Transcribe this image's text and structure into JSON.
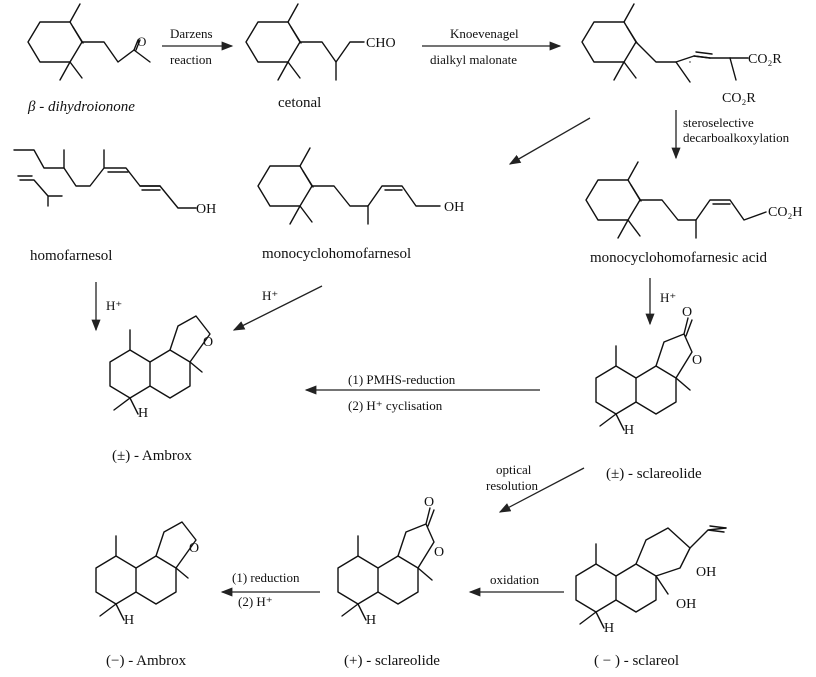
{
  "molecules": {
    "dihydroionone": {
      "label": "β - dihydroionone",
      "carbonyl": "O"
    },
    "cetonal": {
      "label": "cetonal",
      "group": "CHO"
    },
    "malonate_adduct": {
      "ester_top": "CO₂R",
      "ester_bottom": "CO₂R"
    },
    "homofarnesol": {
      "label": "homofarnesol",
      "group": "OH"
    },
    "monocyclohomofarnesol": {
      "label": "monocyclohomofarnesol",
      "group": "OH"
    },
    "monocyclohomofarnesic_acid": {
      "label": "monocyclohomofarnesic acid",
      "group": "CO₂H"
    },
    "racemic_ambrox": {
      "label": "(±) - Ambrox",
      "o": "O",
      "h": "H"
    },
    "racemic_sclareolide": {
      "label": "(±) - sclareolide",
      "o_carbonyl": "O",
      "o_ring": "O",
      "h": "H"
    },
    "minus_ambrox": {
      "label": "(−) - Ambrox",
      "o": "O",
      "h": "H"
    },
    "plus_sclareolide": {
      "label": "(+) - sclareolide",
      "o_carbonyl": "O",
      "o_ring": "O",
      "h": "H"
    },
    "minus_sclareol": {
      "label": "( − ) - sclareol",
      "oh_top": "OH",
      "oh_bottom": "OH",
      "h": "H"
    }
  },
  "steps": {
    "darzens_1": "Darzens",
    "darzens_2": "reaction",
    "knoevenagel_1": "Knoevenagel",
    "knoevenagel_2": "dialkyl malonate",
    "decarb_1": "steroselective",
    "decarb_2": "decarboalkoxylation",
    "acid_h1": "H⁺",
    "acid_h2": "H⁺",
    "acid_h3": "H⁺",
    "pmhs_1": "(1) PMHS-reduction",
    "pmhs_2": "(2) H⁺ cyclisation",
    "resolution_1": "optical",
    "resolution_2": "resolution",
    "oxidation": "oxidation",
    "reduction_1": "(1) reduction",
    "reduction_2": "(2) H⁺"
  }
}
